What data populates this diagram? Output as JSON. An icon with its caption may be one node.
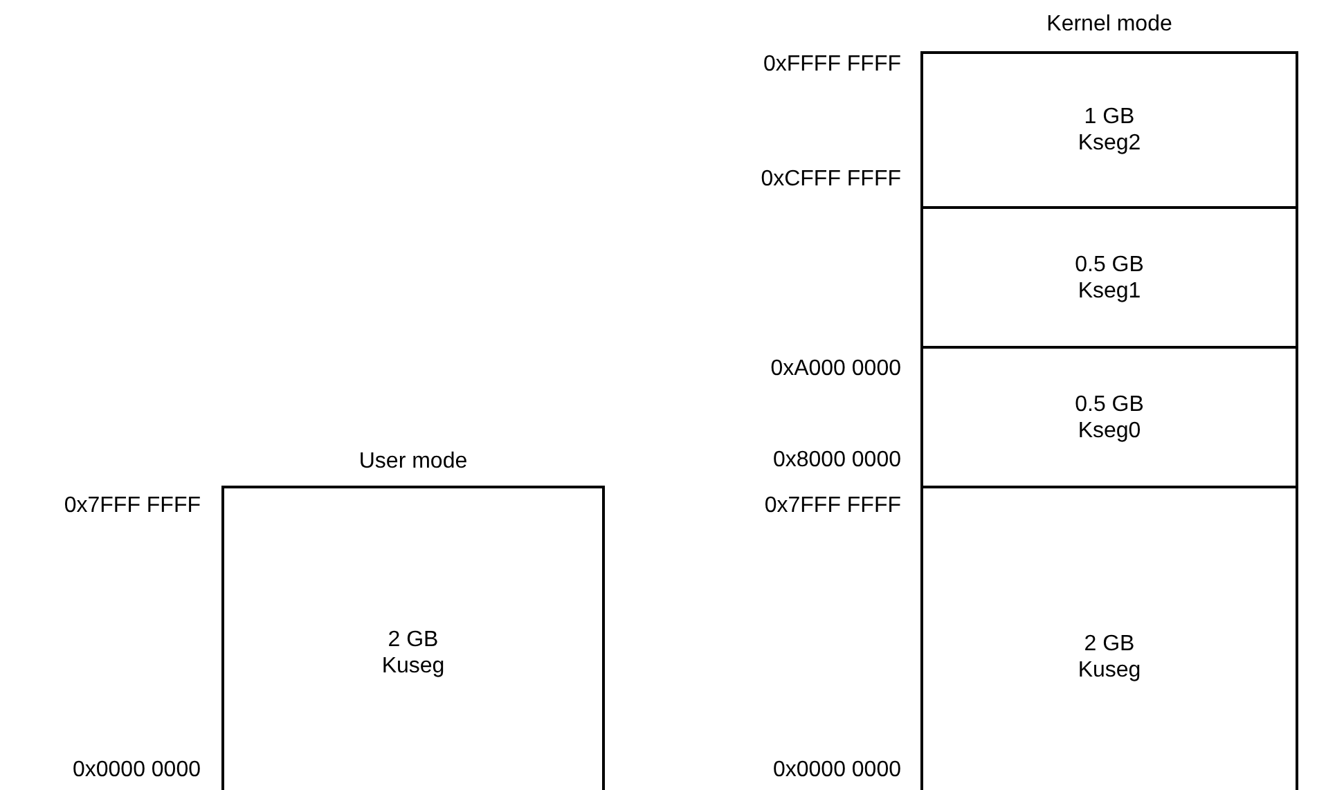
{
  "diagram": {
    "nodes": [
      {
        "text": [
          "User mode",
          "2 GB Kuseg"
        ]
      },
      {
        "text": [
          "Kernel mode"
        ]
      },
      {
        "text": [
          "1 GB Kseg2"
        ],
        "in": 1
      },
      {
        "text": [
          "0.5 GB Kseg1"
        ],
        "in": 1
      },
      {
        "text": [
          "0.5 GB Kseg0"
        ],
        "in": 1
      },
      {
        "text": [
          "2 GB Kuseg"
        ],
        "in": 1
      }
    ],
    "labels": [
      "0xFFFF FFFF",
      "0xCFFF FFFF",
      "0xA000 0000",
      "0x8000 0000",
      "0x7FFF FFFF",
      "0x7FFF FFFF",
      "0x0000 0000",
      "0x0000 0000"
    ]
  }
}
